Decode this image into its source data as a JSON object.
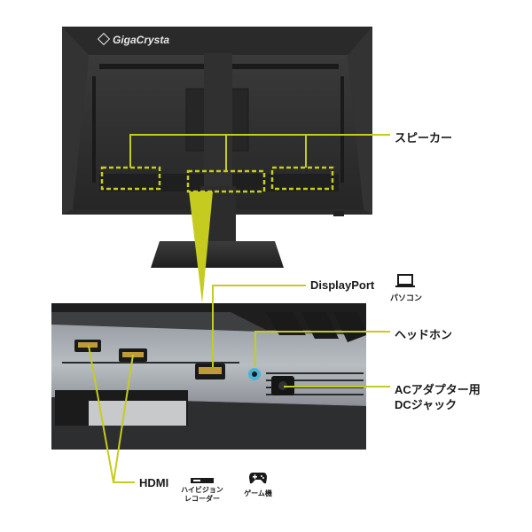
{
  "brand": {
    "logo_text": "GigaCrysta"
  },
  "labels": {
    "speaker": "スピーカー",
    "displayport": "DisplayPort",
    "pc": "パソコン",
    "headphone": "ヘッドホン",
    "ac_adapter_line1": "ACアダプター用",
    "ac_adapter_line2": "DCジャック",
    "hdmi": "HDMI",
    "hd_recorder_line1": "ハイビジョン",
    "hd_recorder_line2": "レコーダー",
    "game_console": "ゲーム機"
  },
  "colors": {
    "accent": "#c6cc1f",
    "monitor_body": "#2b2b2b",
    "text": "#1a1a1a"
  },
  "icons": [
    "laptop-icon",
    "recorder-icon",
    "gamepad-icon"
  ]
}
